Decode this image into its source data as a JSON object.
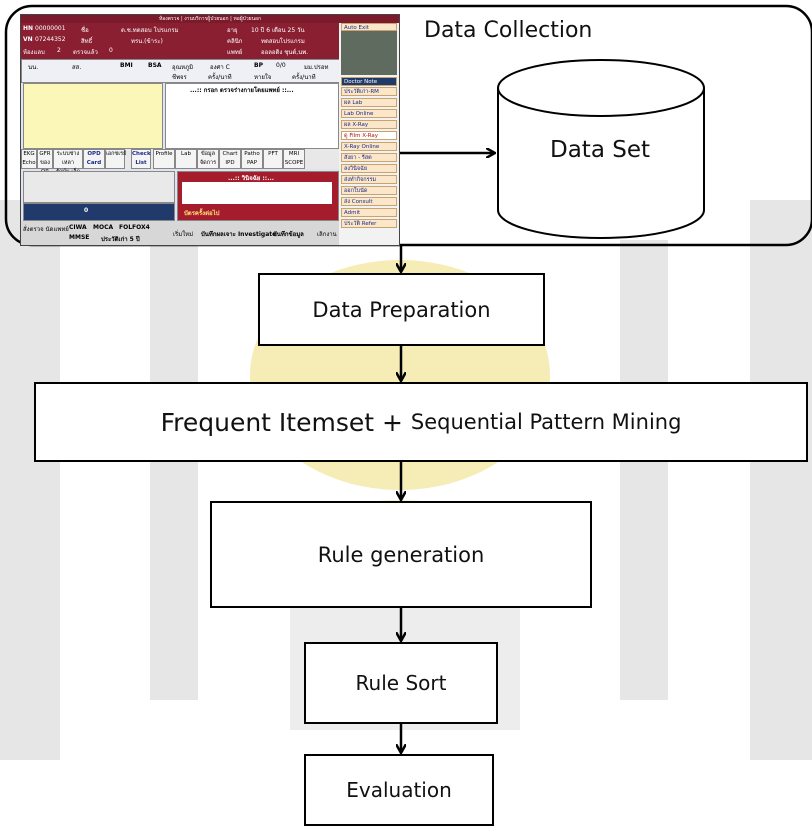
{
  "diagram": {
    "nodes": {
      "data_collection": "Data Collection",
      "data_set": "Data Set",
      "data_preparation": "Data Preparation",
      "mining_part1": "Frequent Itemset + ",
      "mining_part2": "Sequential Pattern Mining",
      "rule_generation": "Rule generation",
      "rule_sort": "Rule Sort",
      "evaluation": "Evaluation"
    }
  },
  "app_screenshot": {
    "title": "ห้องตรวจ | งานบริการผู้ป่วยนอก | หอผู้ป่วยนอก",
    "header": {
      "hn_label": "HN",
      "hn_value": "00000001",
      "name_label": "ชื่อ",
      "name_value": "ด.ช.ทดสอบ โปรแกรม",
      "age_label": "อายุ",
      "age_value": "10 ปี 6 เดือน 25 วัน",
      "vn_label": "VN",
      "vn_value": "07244352",
      "rights_label": "สิทธิ์",
      "rights_value": "ทรน.(ข้าระ)",
      "clinic_label": "คลินิก",
      "clinic_value": "ทดสอบโปรแกรม",
      "queue_label": "ห้องแลบ",
      "queue_value": "2",
      "exam_label": "ตรวจแล้ว",
      "exam_value": "0",
      "doctor_label": "แพทย์",
      "doctor_value": "ออลอดิง ชุนต์,นพ."
    },
    "auto_exit": "Auto Exit",
    "vitals": {
      "weight": "นน.",
      "height": "สส.",
      "bmi": "BMI",
      "bsa": "BSA",
      "temp": "อุณหภูมิ",
      "temp_value": "องศา C",
      "bp": "BP",
      "bp_value": "0/0",
      "unit": "มม.ปรอท",
      "pulse": "ชีพจร",
      "pulse_unit": "ครั้ง/นาที",
      "rr": "หายใจ",
      "rr_unit": "ครั้ง/นาที"
    },
    "panel_heading": "...:: กรอก ตรวจร่างกายโดยแพทย์ ::...",
    "diag_heading": "...:: วินิจฉัย ::...",
    "tabs": [
      "EKG",
      "GFR",
      "ระบบช่างเหลา",
      "OPD Card",
      "เอกซเรย์",
      "Check List",
      "Profile",
      "Lab",
      "ข้อมูล จัดการ",
      "Chart",
      "Patho",
      "PFT",
      "MRI",
      "Echo",
      "ของ OR",
      "รักษ์ม เล็ก",
      "IPD",
      "PAP",
      "SCOPE"
    ],
    "sidebar_buttons": [
      "Doctor Note",
      "ประวัติเก่า-RM",
      "ผล Lab",
      "Lab Online",
      "ผล X-Ray",
      "ดู Film X-Ray",
      "X-Ray Online",
      "สั่งยา - รีสต",
      "ลงวินิจฉัย",
      "ส่งทำกิจกรรม",
      "ออกใบนัด",
      "ส่ง Consult",
      "Admit",
      "ประวัติ Refer"
    ],
    "bottom_buttons": [
      "สั่งตรวจ นัดแพทย์",
      "CIWA",
      "MOCA",
      "FOLFOX4",
      "MMSE",
      "ประวัติเก่า 5 ปี",
      "เริ่มใหม่",
      "บันทึกผลเจาะ Investigate",
      "บันทึกข้อมูล",
      "เลิกงาน"
    ],
    "counter_value": "0",
    "next_label": "บัตรครั้งต่อไป"
  },
  "colors": {
    "line": "#000000",
    "header": "#8a1f31",
    "watermark_gray": "#e6e6e6",
    "watermark_gold": "#f6ecb6"
  }
}
